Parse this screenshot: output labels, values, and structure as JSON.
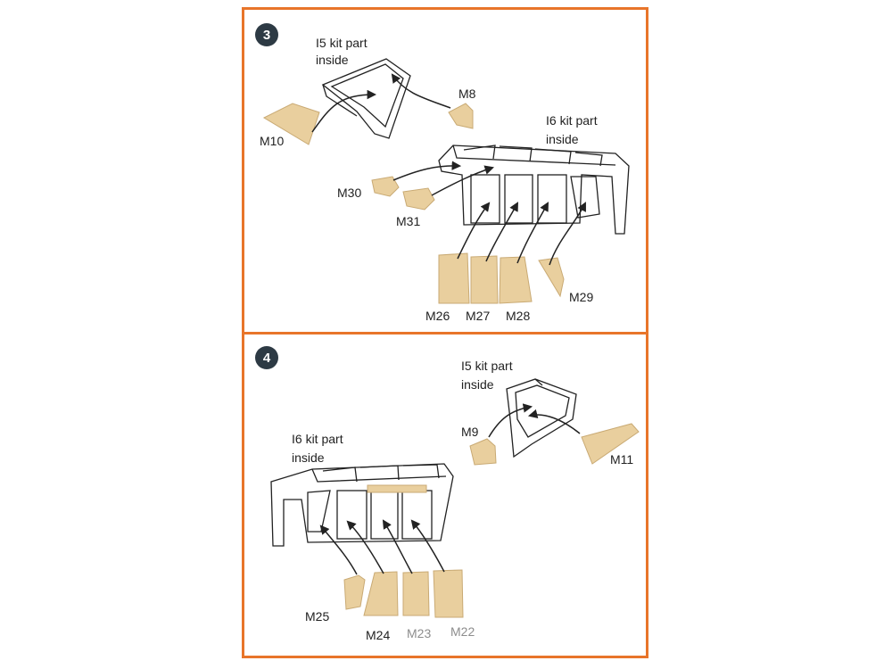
{
  "steps": [
    {
      "number": "3",
      "notes": {
        "i5": [
          "I5 kit part",
          "inside"
        ],
        "i6": [
          "I6 kit part",
          "inside"
        ]
      },
      "masks": {
        "m8": "M8",
        "m10": "M10",
        "m30": "M30",
        "m31": "M31",
        "m26": "M26",
        "m27": "M27",
        "m28": "M28",
        "m29": "M29"
      }
    },
    {
      "number": "4",
      "notes": {
        "i5": [
          "I5 kit part",
          "inside"
        ],
        "i6": [
          "I6 kit part",
          "inside"
        ]
      },
      "masks": {
        "m9": "M9",
        "m11": "M11",
        "m25": "M25",
        "m24": "M24",
        "m23": "M23",
        "m22": "M22"
      }
    }
  ],
  "colors": {
    "frame": "#e8752a",
    "badge": "#2d3a44",
    "mask_fill": "#e9cf9e",
    "line": "#222222"
  }
}
